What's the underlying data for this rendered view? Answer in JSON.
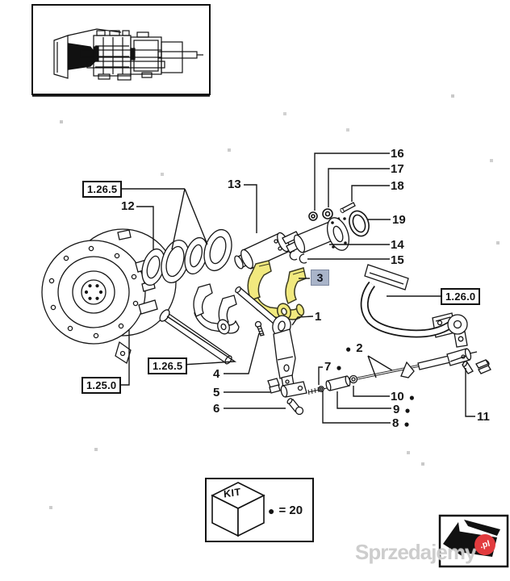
{
  "diagram": {
    "section_labels": [
      {
        "text": "1.26.5"
      },
      {
        "text": "1.25.0"
      },
      {
        "text": "1.26.5"
      },
      {
        "text": "1.26.0"
      }
    ],
    "highlight_badge": {
      "text": "3"
    },
    "callouts": [
      {
        "text": "16"
      },
      {
        "text": "17"
      },
      {
        "text": "18"
      },
      {
        "text": "19"
      },
      {
        "text": "14"
      },
      {
        "text": "15"
      },
      {
        "text": "13"
      },
      {
        "text": "12"
      },
      {
        "text": "1"
      },
      {
        "text": "4"
      },
      {
        "text": "5"
      },
      {
        "text": "6"
      },
      {
        "text": "7"
      },
      {
        "text": "2"
      },
      {
        "text": "10"
      },
      {
        "text": "9"
      },
      {
        "text": "8"
      },
      {
        "text": "11"
      }
    ],
    "dot_glyph": "●"
  },
  "kit_legend": {
    "label": "KIT",
    "dot": "●",
    "equals_value": "= 20"
  },
  "watermark": {
    "brand": "Sprzedajemy",
    "tld": ".pl"
  },
  "colors": {
    "highlight_part": "#f1e97e",
    "badge_bg": "#a9b4c9",
    "watermark_red": "#e23b3e",
    "line": "#161616"
  }
}
